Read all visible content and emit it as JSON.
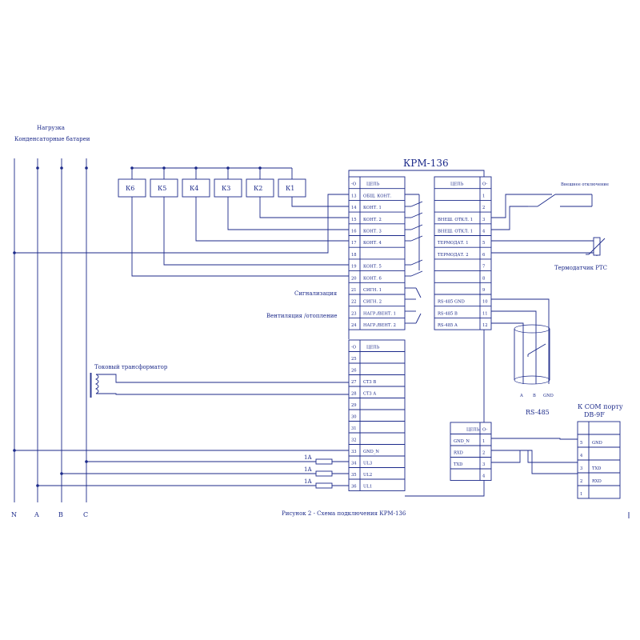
{
  "labels": {
    "load": "Нагрузка",
    "capacitor_bank": "Конденсаторные батареи",
    "device": "КРМ-136",
    "signalization": "Сигнализация",
    "ventilation": "Вентиляция /отопление",
    "current_transformer": "Токовый трансформатор",
    "ext_off": "Внешнее отключение",
    "thermo": "Термодатчик PTC",
    "rs485": "RS-485",
    "com_port": "К COM порту",
    "db9f": "DB-9F",
    "caption": "Рисунок 2 - Схема подключения КРМ-136"
  },
  "phases": [
    "N",
    "A",
    "B",
    "C"
  ],
  "contactors": [
    "К6",
    "К5",
    "К4",
    "К3",
    "К2",
    "К1"
  ],
  "fuses": [
    "1A",
    "1A",
    "1A"
  ],
  "rs485_pins": [
    "A",
    "B",
    "GND"
  ],
  "block_header": {
    "pin": "-O",
    "name": "ЦЕПЬ"
  },
  "block_header_r": {
    "pin": "O-",
    "name": "ЦЕПЬ"
  },
  "left_top_block": [
    {
      "pin": "13",
      "name": "ОБЩ. КОНТ."
    },
    {
      "pin": "14",
      "name": "КОНТ. 1"
    },
    {
      "pin": "15",
      "name": "КОНТ. 2"
    },
    {
      "pin": "16",
      "name": "КОНТ. 3"
    },
    {
      "pin": "17",
      "name": "КОНТ. 4"
    },
    {
      "pin": "18",
      "name": ""
    },
    {
      "pin": "19",
      "name": "КОНТ. 5"
    },
    {
      "pin": "20",
      "name": "КОНТ. 6"
    },
    {
      "pin": "21",
      "name": "СИГН. 1"
    },
    {
      "pin": "22",
      "name": "СИГН. 2"
    },
    {
      "pin": "23",
      "name": "НАГР./ВЕНТ. 1"
    },
    {
      "pin": "24",
      "name": "НАГР./ВЕНТ. 2"
    }
  ],
  "right_top_block": [
    {
      "pin": "1",
      "name": ""
    },
    {
      "pin": "2",
      "name": ""
    },
    {
      "pin": "3",
      "name": "ВНЕШ. ОТКЛ. 1"
    },
    {
      "pin": "4",
      "name": "ВНЕШ. ОТКЛ. 1"
    },
    {
      "pin": "5",
      "name": "ТЕРМОДАТ. 1"
    },
    {
      "pin": "6",
      "name": "ТЕРМОДАТ. 2"
    },
    {
      "pin": "7",
      "name": ""
    },
    {
      "pin": "8",
      "name": ""
    },
    {
      "pin": "9",
      "name": ""
    },
    {
      "pin": "10",
      "name": "RS-485 GND"
    },
    {
      "pin": "11",
      "name": "RS-485 B"
    },
    {
      "pin": "12",
      "name": "RS-485 A"
    }
  ],
  "left_bottom_block": [
    {
      "pin": "25",
      "name": ""
    },
    {
      "pin": "26",
      "name": ""
    },
    {
      "pin": "27",
      "name": "СТ3 B"
    },
    {
      "pin": "28",
      "name": "СТ3 A"
    },
    {
      "pin": "29",
      "name": ""
    },
    {
      "pin": "30",
      "name": ""
    },
    {
      "pin": "31",
      "name": ""
    },
    {
      "pin": "32",
      "name": ""
    },
    {
      "pin": "33",
      "name": "GND_N"
    },
    {
      "pin": "34",
      "name": "UL3"
    },
    {
      "pin": "35",
      "name": "UL2"
    },
    {
      "pin": "36",
      "name": "UL1"
    }
  ],
  "right_bottom_block": [
    {
      "pin": "1",
      "name": "GND_N"
    },
    {
      "pin": "2",
      "name": "RXD"
    },
    {
      "pin": "3",
      "name": "TXD"
    },
    {
      "pin": "4",
      "name": ""
    }
  ],
  "db9_block": [
    {
      "pin": "5",
      "name": "GND"
    },
    {
      "pin": "4",
      "name": ""
    },
    {
      "pin": "3",
      "name": "TXD"
    },
    {
      "pin": "2",
      "name": "RXD"
    },
    {
      "pin": "1",
      "name": ""
    }
  ]
}
